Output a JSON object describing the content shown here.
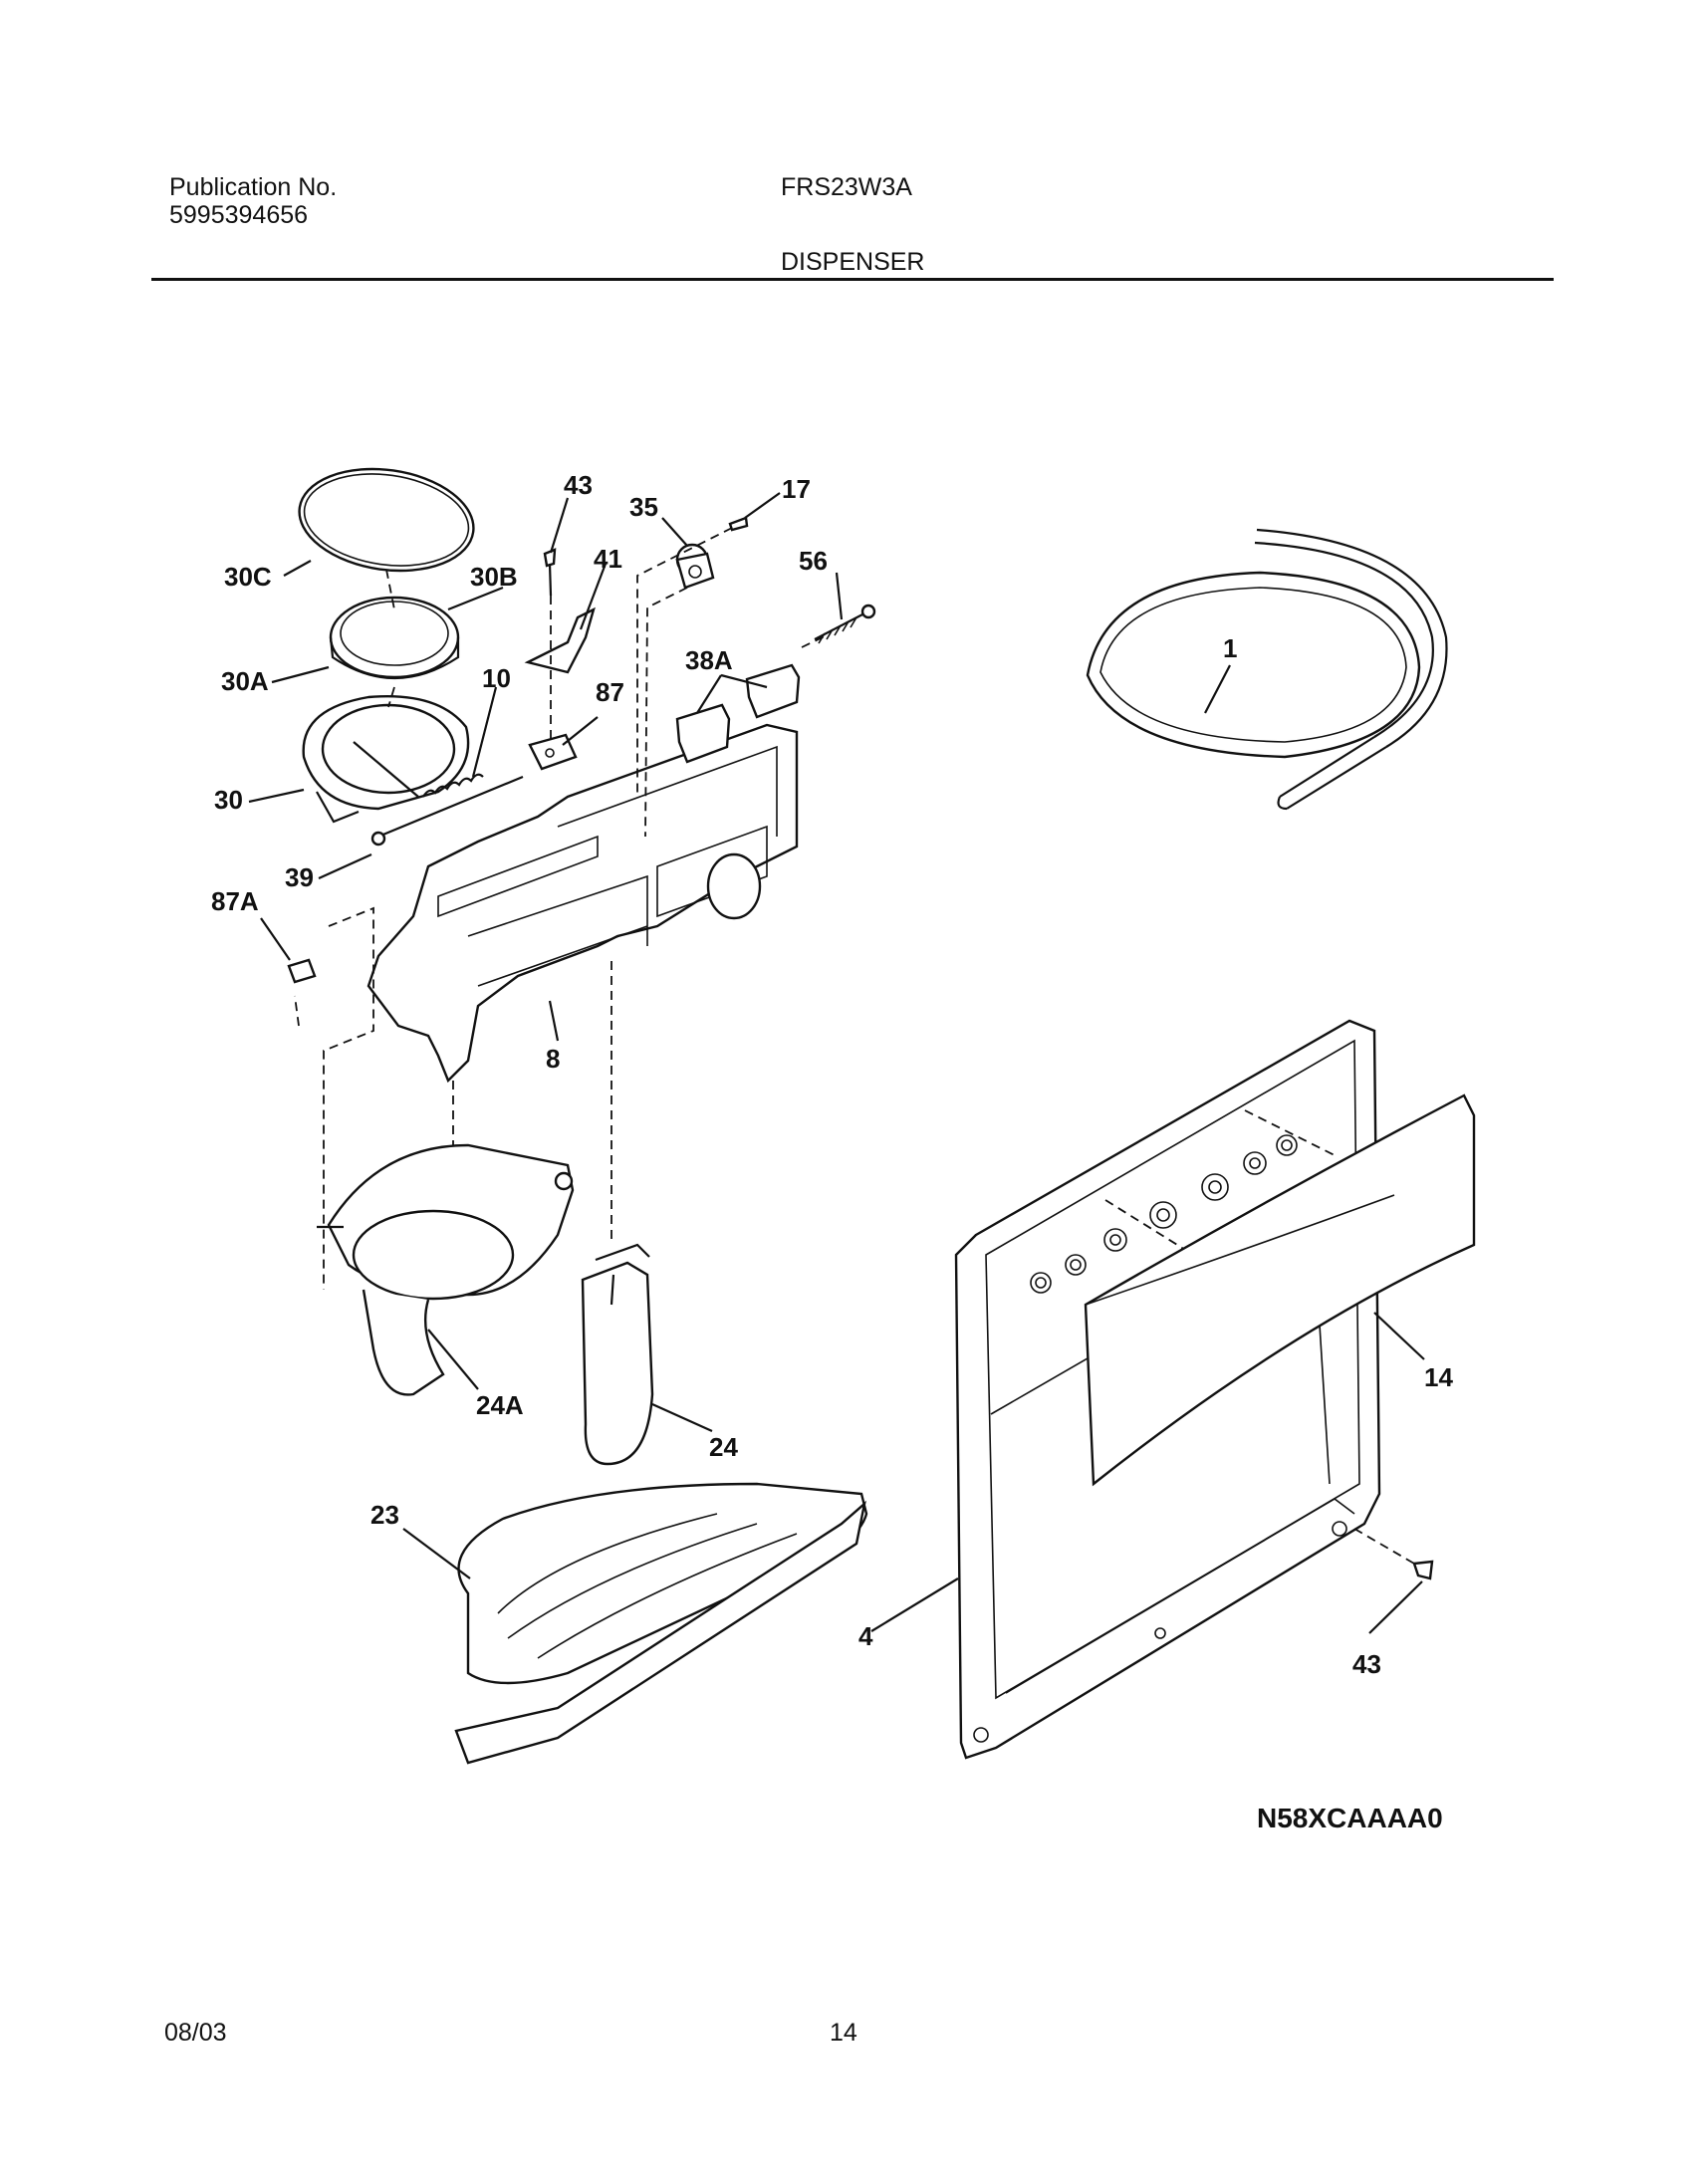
{
  "header": {
    "publication_label": "Publication No.",
    "publication_number": "5995394656",
    "model": "FRS23W3A",
    "section": "DISPENSER"
  },
  "diagram": {
    "callouts": {
      "c1": "1",
      "c4": "4",
      "c8": "8",
      "c10": "10",
      "c14": "14",
      "c17": "17",
      "c23": "23",
      "c24": "24",
      "c24A": "24A",
      "c30": "30",
      "c30A": "30A",
      "c30B": "30B",
      "c30C": "30C",
      "c35": "35",
      "c38A": "38A",
      "c39": "39",
      "c41": "41",
      "c43a": "43",
      "c43b": "43",
      "c56": "56",
      "c87": "87",
      "c87A": "87A"
    },
    "illustration_code": "N58XCAAAA0"
  },
  "footer": {
    "date": "08/03",
    "page": "14"
  }
}
